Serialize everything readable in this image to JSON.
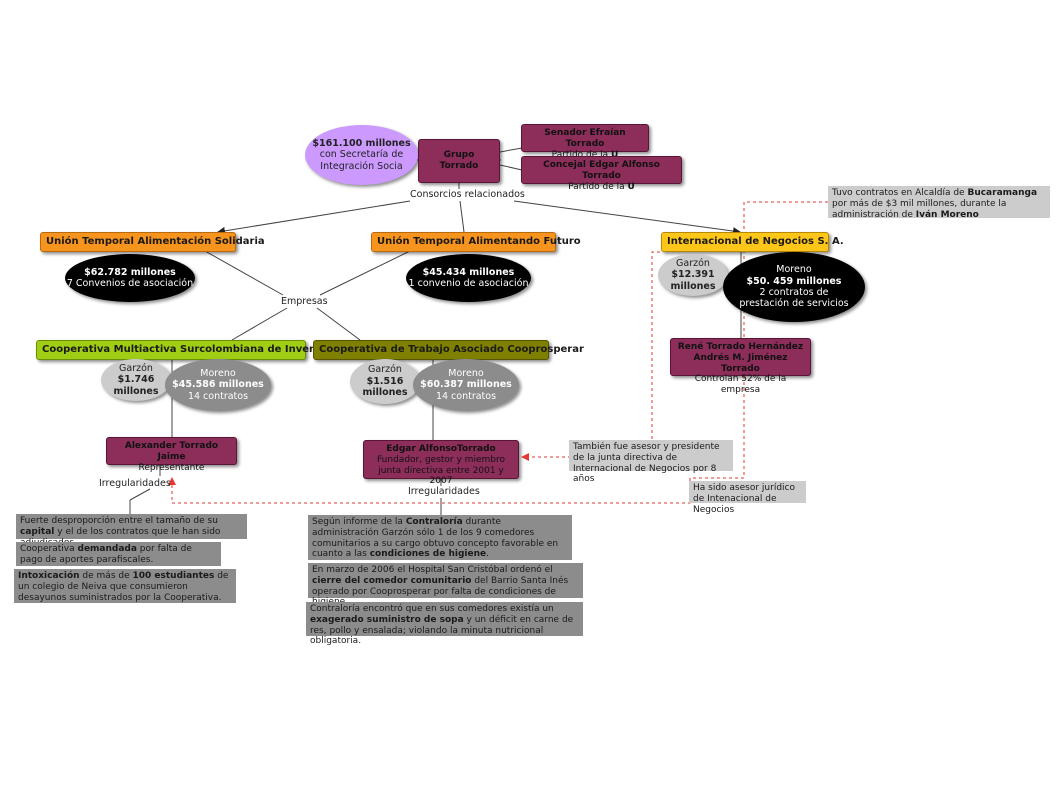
{
  "root": {
    "title": "Grupo Torrado",
    "money_amount": "$161.100 millones",
    "money_desc": "con Secretaría de Integración Socia"
  },
  "senador": {
    "name": "Senador Efraían Torrado",
    "party_prefix": "Partido de la ",
    "party": "U"
  },
  "concejal": {
    "name": "Concejal Edgar Alfonso Torrado",
    "party_prefix": "Partido de la ",
    "party": "U"
  },
  "consorcios_label": "Consorcios relacionados",
  "empresas_label": "Empresas",
  "ut_solidaria": {
    "name": "Unión Temporal Alimentación Solidaria",
    "amount": "$62.782 millones",
    "desc": "7 Convenios de asociación"
  },
  "ut_futuro": {
    "name": "Unión Temporal Alimentando Futuro",
    "amount": "$45.434 millones",
    "desc": "1 convenio de asociación"
  },
  "internacional": {
    "name": "Internacional de Negocios S. A.",
    "garzon_label": "Garzón",
    "garzon_amount": "$12.391 millones",
    "moreno_label": "Moreno",
    "moreno_amount": "$50. 459 millones",
    "moreno_desc": "2 contratos de prestación de servicios",
    "owners_1": "René Torrado Hernández",
    "owners_2": "Andrés M. Jiménez Torrado",
    "owners_desc": "Controlan 52% de la empresa"
  },
  "note_bucaramanga": {
    "t1": "Tuvo contratos en Alcaldía de ",
    "b1": "Bucaramanga",
    "t2": " por más de $3 mil millones, durante la administración de ",
    "b2": "Iván Moreno"
  },
  "coop_surco": {
    "name": "Cooperativa Multiactiva Surcolombiana de Inversiones",
    "garzon_label": "Garzón",
    "garzon_amount": "$1.746 millones",
    "moreno_label": "Moreno",
    "moreno_amount": "$45.586 millones",
    "moreno_desc": "14 contratos"
  },
  "coop_trabajo": {
    "name": "Cooperativa de Trabajo Asociado Cooprosperar",
    "garzon_label": "Garzón",
    "garzon_amount": "$1.516 millones",
    "moreno_label": "Moreno",
    "moreno_amount": "$60.387 millones",
    "moreno_desc": "14 contratos"
  },
  "alexander": {
    "name": "Alexander Torrado Jaime",
    "role": "Representante"
  },
  "edgar": {
    "name": "Edgar AlfonsoTorrado",
    "role_1": "Fundador, gestor y miembro",
    "role_2": "junta directiva entre 2001 y 2007"
  },
  "irregularidades_label": "Irregularidades",
  "note_asesor_presidente": "También fue asesor y presidente de la junta directiva de Internacional de Negocios por 8 años",
  "note_asesor_juridico": "Ha sido asesor jurídico de Intenacional de Negocios",
  "left_irregs": {
    "i1_t1": "Fuerte desproporción entre el tamaño de su ",
    "i1_b1": "capital",
    "i1_t2": " y el de los contratos que le han sido adjudicados.",
    "i2_t1": "Cooperativa ",
    "i2_b1": "demandada",
    "i2_t2": " por falta de pago de aportes parafiscales.",
    "i3_b1": "Intoxicación",
    "i3_t1": " de más de ",
    "i3_b2": "100 estudiantes",
    "i3_t2": " de un colegio de Neiva que consumieron desayunos suministrados por la Cooperativa."
  },
  "mid_irregs": {
    "i1_t1": "Según informe de la ",
    "i1_b1": "Contraloría",
    "i1_t2": " durante administración Garzón sólo 1 de los 9 comedores comunitarios a su cargo obtuvo concepto favorable en cuanto a las ",
    "i1_b2": "condiciones de higiene",
    "i1_t3": ".",
    "i2_t1": "En marzo de 2006 el Hospital San Cristóbal ordenó el ",
    "i2_b1": "cierre del comedor comunitario",
    "i2_t2": " del Barrio Santa Inés operado por Cooprosperar por falta de condiciones de higiene.",
    "i3_t1": "Contraloría encontró que en sus comedores existía un ",
    "i3_b1": "exagerado suministro de sopa",
    "i3_t2": " y un déficit en carne de res, pollo y ensalada; violando la minuta nutricional obligatoria."
  },
  "colors": {
    "orange": "#f7941d",
    "yellow": "#ffc61a",
    "lime": "#9fce14",
    "olive": "#808000",
    "maroon": "#8c2d5a",
    "lilac": "#cc99ff",
    "dashed_red": "#e53935"
  }
}
